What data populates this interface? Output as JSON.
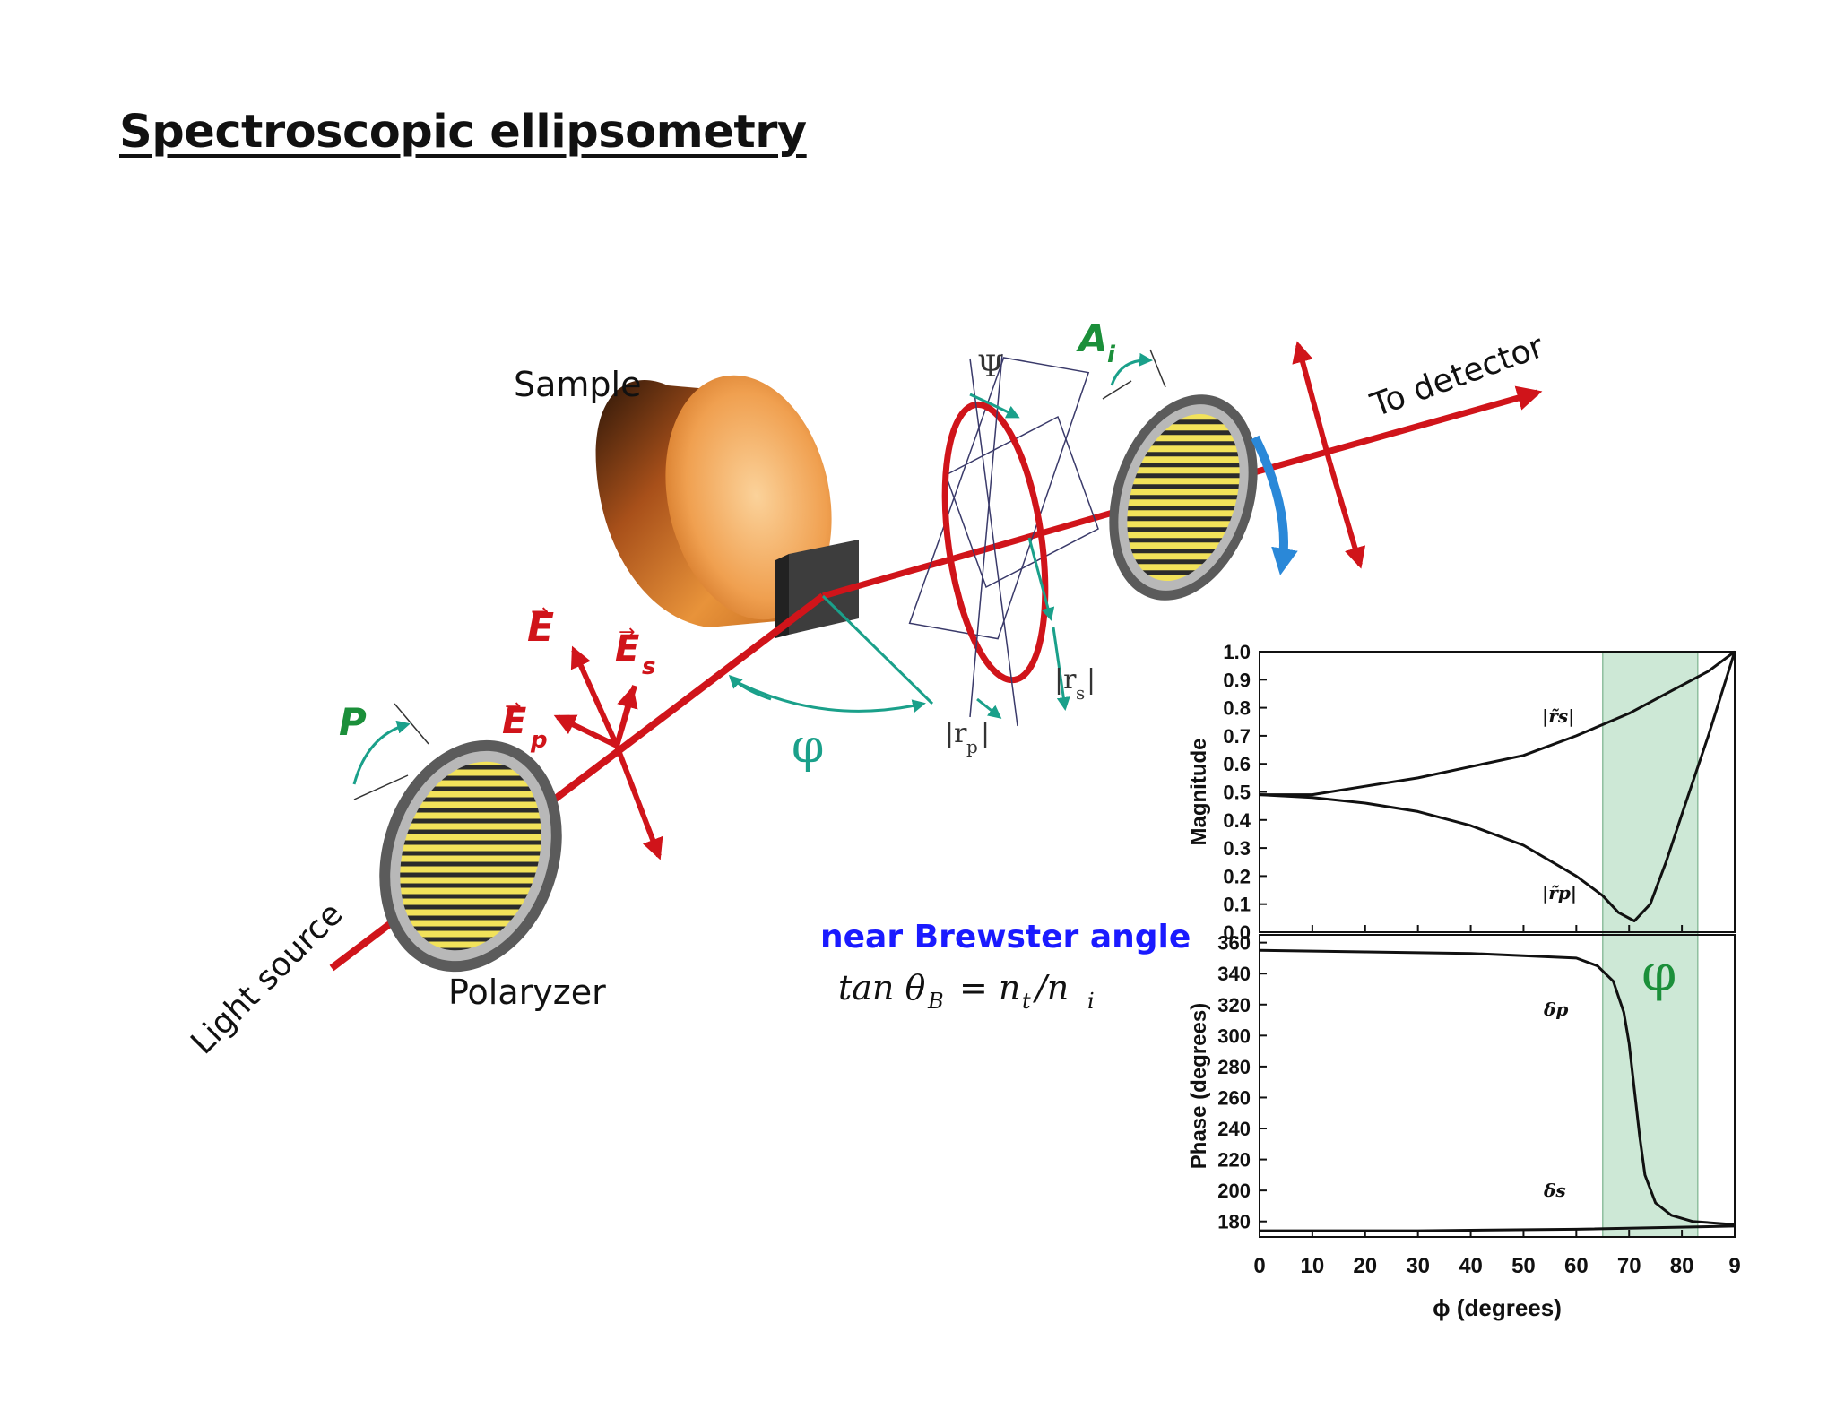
{
  "slide": {
    "title": "Spectroscopic ellipsometry"
  },
  "diagram": {
    "labels": {
      "sample": "Sample",
      "light_source": "Light source",
      "polarizer": "Polaryzer",
      "to_detector": "To detector",
      "field_E": "E",
      "field_Es": "E",
      "field_Es_sub": "s",
      "field_Ep": "E",
      "field_Ep_sub": "p",
      "angle_P": "P",
      "angle_A": "A",
      "angle_A_sub": "i",
      "angle_phi": "φ",
      "psi": "Ψ",
      "rs": "|r",
      "rs_sub": "s",
      "rp": "|r",
      "rp_sub": "p",
      "brewster_heading": "near Brewster angle",
      "brewster_eq_lhs": "tan θ",
      "brewster_eq_lhs_sub": "B",
      "brewster_eq_rhs": "= n",
      "brewster_eq_rhs_sub1": "t",
      "brewster_eq_slash": "/n",
      "brewster_eq_rhs_sub2": "i"
    },
    "colors": {
      "beam": "#d0141a",
      "angle_marks": "#1aa08a",
      "label_green": "#1b8f3a",
      "brewster_blue": "#1a1aff",
      "highlight": "#cde8d6"
    }
  },
  "chart_data": {
    "type": "line",
    "x_label": "ϕ (degrees)",
    "x_ticks": [
      "0",
      "10",
      "20",
      "30",
      "40",
      "50",
      "60",
      "70",
      "80",
      "9"
    ],
    "xlim": [
      0,
      90
    ],
    "highlight_range": [
      65,
      83
    ],
    "highlight_label": "φ",
    "panels": [
      {
        "name": "magnitude",
        "ylabel": "Magnitude",
        "ylim": [
          0.0,
          1.0
        ],
        "yticks": [
          "1.0",
          "0.9",
          "0.8",
          "0.7",
          "0.6",
          "0.5",
          "0.4",
          "0.3",
          "0.2",
          "0.1",
          "0.0"
        ],
        "series": [
          {
            "name": "|r̃s|",
            "x": [
              0,
              10,
              20,
              30,
              40,
              50,
              60,
              65,
              70,
              75,
              80,
              85,
              90
            ],
            "y": [
              0.49,
              0.49,
              0.52,
              0.55,
              0.59,
              0.63,
              0.7,
              0.74,
              0.78,
              0.83,
              0.88,
              0.93,
              1.0
            ]
          },
          {
            "name": "|r̃p|",
            "x": [
              0,
              10,
              20,
              30,
              40,
              50,
              60,
              65,
              68,
              71,
              74,
              77,
              80,
              85,
              90
            ],
            "y": [
              0.49,
              0.48,
              0.46,
              0.43,
              0.38,
              0.31,
              0.2,
              0.13,
              0.07,
              0.04,
              0.1,
              0.25,
              0.42,
              0.7,
              1.0
            ]
          }
        ]
      },
      {
        "name": "phase",
        "ylabel": "Phase (degrees)",
        "ylim": [
          170,
          365
        ],
        "yticks": [
          "360",
          "340",
          "320",
          "300",
          "280",
          "260",
          "240",
          "220",
          "200",
          "180"
        ],
        "series": [
          {
            "name": "δp",
            "x": [
              0,
              20,
              40,
              60,
              64,
              67,
              69,
              70,
              71,
              72,
              73,
              75,
              78,
              82,
              90
            ],
            "y": [
              355,
              354,
              353,
              350,
              345,
              335,
              315,
              295,
              265,
              235,
              210,
              192,
              184,
              180,
              178
            ]
          },
          {
            "name": "δs",
            "x": [
              0,
              30,
              60,
              90
            ],
            "y": [
              174,
              174,
              175,
              177
            ]
          }
        ]
      }
    ]
  }
}
